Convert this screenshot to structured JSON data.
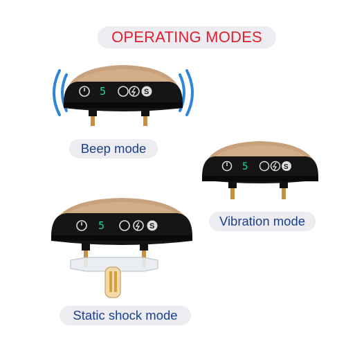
{
  "title": "OPERATING MODES",
  "modes": [
    {
      "label": "Beep mode"
    },
    {
      "label": "Vibration mode"
    },
    {
      "label": "Static shock mode"
    }
  ],
  "display_digit": "5",
  "icons": [
    "power-icon",
    "vibrate-icon",
    "bolt-icon",
    "s-button-icon",
    "sound-wave-icon"
  ],
  "colors": {
    "title_red": "#e02030",
    "label_blue": "#1a3f8f",
    "pill_bg": "#ececf1",
    "gold": "#c8a27c",
    "digit_green": "#1fd6a0",
    "wave_blue": "#2f86d8"
  }
}
